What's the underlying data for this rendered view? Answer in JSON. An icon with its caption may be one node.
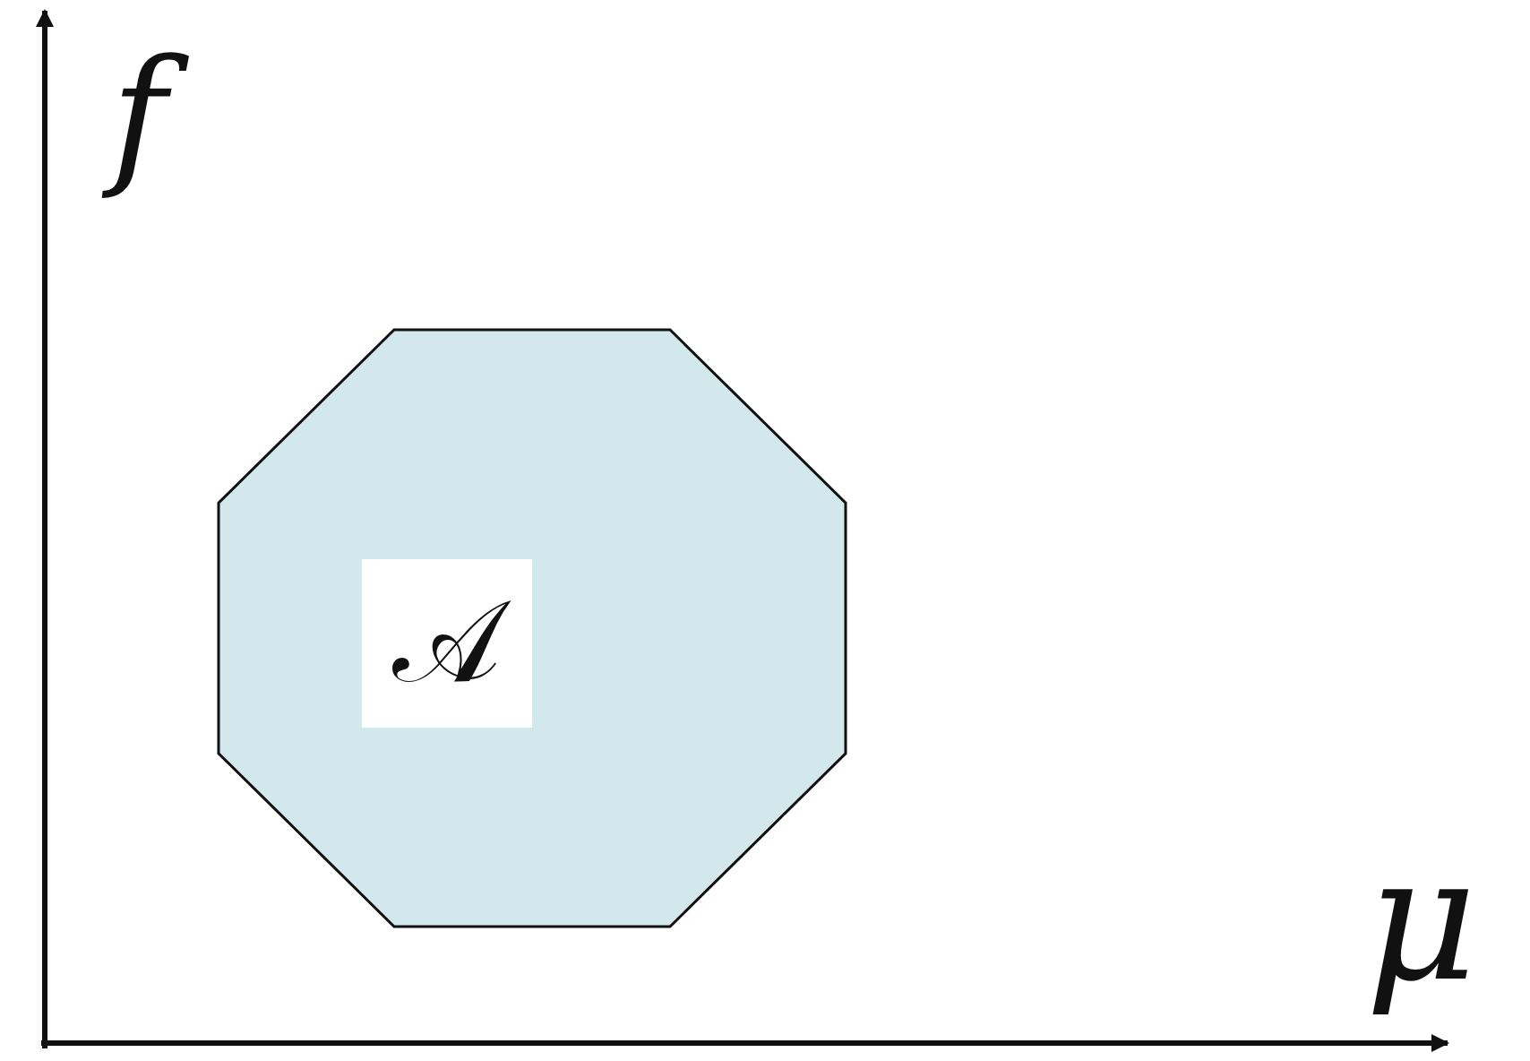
{
  "diagram": {
    "nodes": [
      {
        "text": [
          "𝒜"
        ]
      }
    ],
    "edges": [],
    "labels": [
      "f",
      "μ"
    ]
  }
}
